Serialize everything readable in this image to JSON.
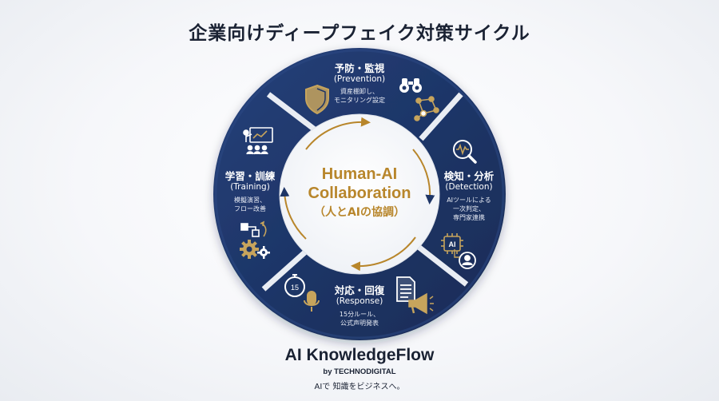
{
  "title": "企業向けディープフェイク対策サイクル",
  "center": {
    "line1": "Human-AI",
    "line2": "Collaboration",
    "line3": "（人とAIの協調）"
  },
  "segments": [
    {
      "id": "prevention",
      "title": "予防・監視",
      "subtitle": "(Prevention)",
      "desc": [
        "資産棚卸し、",
        "モニタリング設定"
      ],
      "icons": [
        "shield-icon",
        "binoculars-icon",
        "network-icon"
      ]
    },
    {
      "id": "detection",
      "title": "検知・分析",
      "subtitle": "(Detection)",
      "desc": [
        "AIツールによる",
        "一次判定、",
        "専門家連携"
      ],
      "icons": [
        "magnifier-waveform-icon",
        "ai-chip-icon",
        "expert-person-icon"
      ]
    },
    {
      "id": "response",
      "title": "対応・回復",
      "subtitle": "(Response)",
      "desc": [
        "15分ルール、",
        "公式声明発表"
      ],
      "icons": [
        "stopwatch-icon",
        "microphone-icon",
        "document-icon",
        "megaphone-icon"
      ]
    },
    {
      "id": "training",
      "title": "学習・訓練",
      "subtitle": "(Training)",
      "desc": [
        "模擬演習、",
        "フロー改善"
      ],
      "icons": [
        "presentation-icon",
        "flow-icon",
        "gears-icon"
      ]
    }
  ],
  "brand": {
    "name": "AI KnowledgeFlow",
    "by": "by TECHNODIGITAL",
    "tagline": "AIで 知識をビジネスへ。"
  },
  "colors": {
    "navy": "#1e3566",
    "gold": "#b8862b",
    "icon_gold": "#c7a45c",
    "background": "#f4f6f9"
  }
}
